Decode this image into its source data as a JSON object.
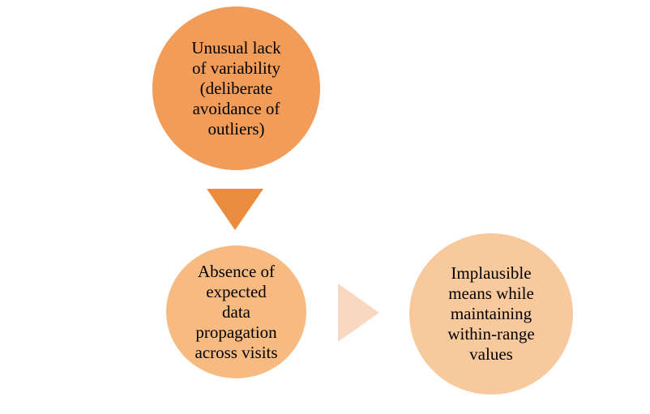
{
  "diagram": {
    "type": "flow",
    "background_color": "#ffffff",
    "text_color": "#000000",
    "nodes": [
      {
        "id": "unusual-lack-of-variability",
        "shape": "ellipse",
        "color": "#F19C59",
        "lines": [
          "Unusual lack",
          "of variability",
          "(deliberate",
          "avoidance of",
          "outliers)"
        ],
        "text": "Unusual lack of variability (deliberate avoidance of outliers)"
      },
      {
        "id": "absence-of-expected-data-propagation",
        "shape": "ellipse",
        "color": "#F7BA81",
        "lines": [
          "Absence of",
          "expected",
          "data",
          "propagation",
          "across visits"
        ],
        "text": "Absence of expected data propagation across visits"
      },
      {
        "id": "implausible-means",
        "shape": "ellipse",
        "color": "#F9C99E",
        "lines": [
          "Implausible",
          "means while",
          "maintaining",
          "within-range",
          "values"
        ],
        "text": "Implausible means while maintaining within-range values"
      }
    ],
    "arrows": [
      {
        "id": "down-arrow",
        "direction": "down",
        "color": "#E98C3E"
      },
      {
        "id": "right-arrow",
        "direction": "right",
        "color": "#F9D8C1"
      }
    ]
  }
}
